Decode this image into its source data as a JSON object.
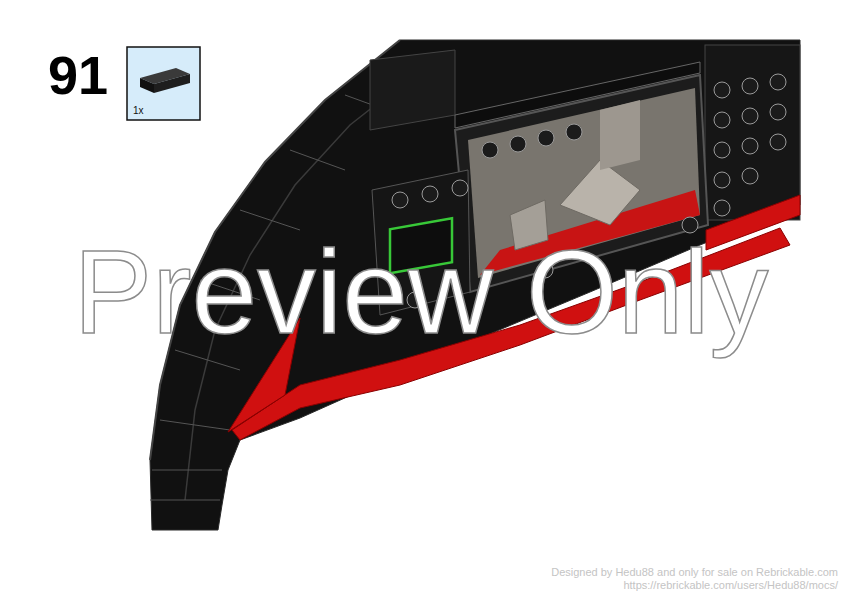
{
  "diagram": {
    "nodes": [
      {
        "text": [
          "1x"
        ]
      }
    ],
    "labels": [
      "91",
      "Preview Only",
      "Designed by Hedu88 and only for sale on Rebrickable.com",
      "https://rebrickable.com/users/Hedu88/mocs/"
    ]
  }
}
